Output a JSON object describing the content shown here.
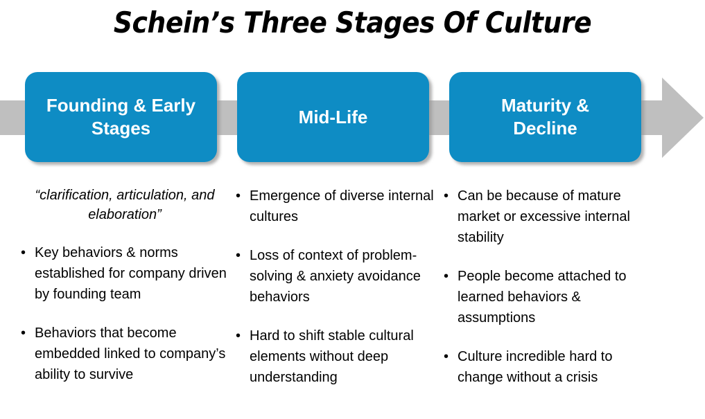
{
  "title": "Schein’s Three Stages Of Culture",
  "colors": {
    "stage_box_fill": "#0E8CC4",
    "stage_label_text": "#FFFFFF",
    "arrow_band": "#BFBFBF",
    "body_text": "#000000",
    "background": "#FFFFFF"
  },
  "arrow": {
    "name": "right-pointing-process-arrow",
    "direction": "right",
    "color": "#BFBFBF"
  },
  "stages": [
    {
      "label": "Founding & Early\nStages",
      "quote": "“clarification, articulation, and elaboration”",
      "bullets": [
        "Key behaviors & norms established for company driven by founding team",
        "Behaviors that become embedded linked to company’s ability to survive"
      ]
    },
    {
      "label": "Mid-Life",
      "quote": null,
      "bullets": [
        "Emergence of diverse internal cultures",
        "Loss of context of problem-solving & anxiety avoidance behaviors",
        "Hard to shift stable cultural elements without deep understanding"
      ]
    },
    {
      "label": "Maturity &\nDecline",
      "quote": null,
      "bullets": [
        "Can be because of mature market or excessive internal stability",
        "People become attached to learned behaviors & assumptions",
        "Culture incredible hard to change without a crisis"
      ]
    }
  ],
  "bullet_marker": "•"
}
